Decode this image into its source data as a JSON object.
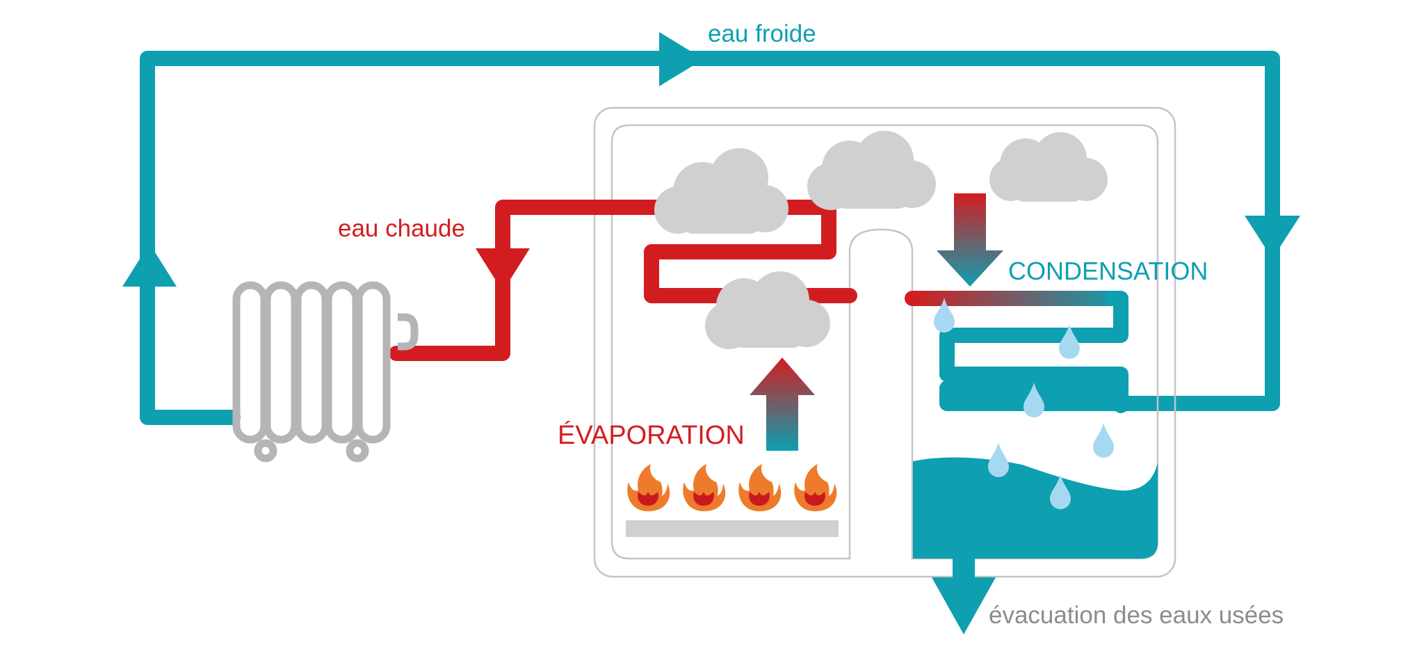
{
  "labels": {
    "cold_water": "eau froide",
    "hot_water": "eau chaude",
    "condensation": "CONDENSATION",
    "evaporation": "ÉVAPORATION",
    "waste_water": "évacuation des eaux usées"
  },
  "colors": {
    "teal": "#0e9fb1",
    "red": "#d21d20",
    "gray": "#b5b5b5",
    "cloud": "#d0d0d0",
    "droplet": "#a6d9f1",
    "flame_outer": "#ee7a2b",
    "flame_inner": "#c9191f",
    "box_stroke": "#c4c4c4"
  },
  "icons": [
    "radiator-icon",
    "cloud-icon",
    "flame-icon",
    "droplet-icon",
    "arrow-icon"
  ]
}
